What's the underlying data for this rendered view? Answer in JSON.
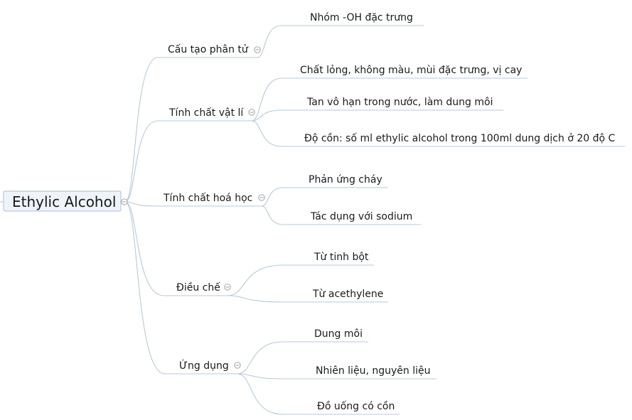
{
  "root": {
    "label": "Ethylic Alcohol"
  },
  "branches": [
    {
      "label": "Cấu tạo phân tử",
      "children": [
        {
          "label": "Nhóm -OH đặc trưng"
        }
      ]
    },
    {
      "label": "Tính chất vật lí",
      "children": [
        {
          "label": "Chất lỏng, không màu, mùi đặc trưng, vị cay"
        },
        {
          "label": "Tan vô hạn trong nước, làm dung môi"
        },
        {
          "label": "Độ cồn: số ml ethylic alcohol trong 100ml dung dịch ở 20 độ C"
        }
      ]
    },
    {
      "label": "Tính chất hoá học",
      "children": [
        {
          "label": "Phản ứng cháy"
        },
        {
          "label": "Tác dụng với sodium"
        }
      ]
    },
    {
      "label": "Điều chế",
      "children": [
        {
          "label": "Từ tinh bột"
        },
        {
          "label": "Từ acethylene"
        }
      ]
    },
    {
      "label": "Ứng dụng",
      "children": [
        {
          "label": "Dung môi"
        },
        {
          "label": "Nhiên liệu, nguyên liệu"
        },
        {
          "label": "Đồ uống có cồn"
        }
      ]
    }
  ],
  "colors": {
    "connector": "#b8c9d9",
    "root_fill": "#eef4fa",
    "root_border": "#a9bfd3",
    "text": "#1a1a1a",
    "toggle": "#9a9a9a"
  },
  "icons": {
    "collapse": "collapse-toggle-icon"
  }
}
